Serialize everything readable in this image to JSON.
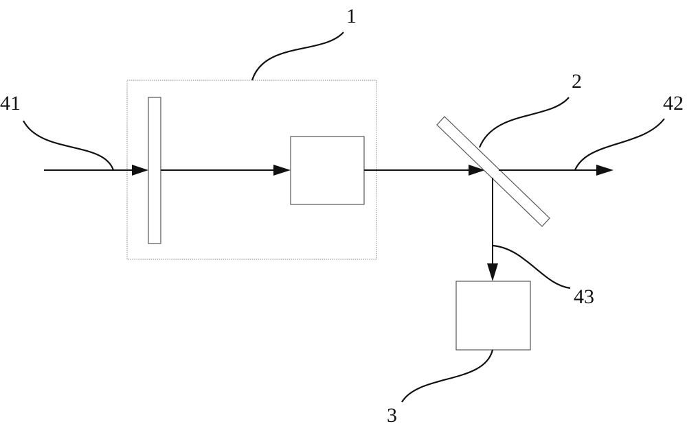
{
  "diagram": {
    "labels": {
      "module": "1",
      "splitter": "2",
      "detector": "3",
      "input_beam": "41",
      "output_beam": "42",
      "reflected_beam": "43"
    },
    "colors": {
      "line": "#111111",
      "box_stroke": "#555555",
      "dotted_border": "#999999"
    }
  }
}
